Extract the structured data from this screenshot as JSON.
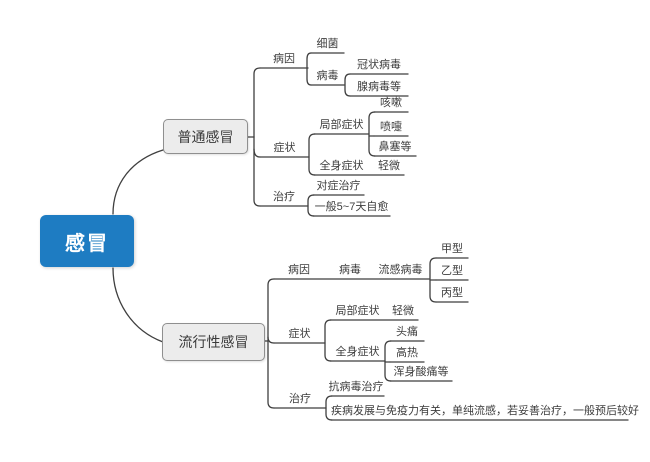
{
  "colors": {
    "bg": "#ffffff",
    "root-fill": "#1E7CC2",
    "branch-fill": "#ECECEC",
    "branch-border": "#8F8F8F",
    "line": "#3f3f3f",
    "topic-text": "#3d3d3d"
  },
  "mindmap": {
    "root": {
      "label": "感冒"
    },
    "branches": [
      {
        "label": "普通感冒",
        "topics": [
          {
            "label": "病因",
            "children": [
              {
                "label": "细菌"
              },
              {
                "label": "病毒",
                "children": [
                  {
                    "label": "冠状病毒"
                  },
                  {
                    "label": "腺病毒等"
                  }
                ]
              }
            ]
          },
          {
            "label": "症状",
            "children": [
              {
                "label": "局部症状",
                "children": [
                  {
                    "label": "咳嗽"
                  },
                  {
                    "label": "喷嚏"
                  },
                  {
                    "label": "鼻塞等"
                  }
                ]
              },
              {
                "label": "全身症状",
                "children": [
                  {
                    "label": "轻微"
                  }
                ]
              }
            ]
          },
          {
            "label": "治疗",
            "children": [
              {
                "label": "对症治疗"
              },
              {
                "label": "一般5~7天自愈"
              }
            ]
          }
        ]
      },
      {
        "label": "流行性感冒",
        "topics": [
          {
            "label": "病因",
            "children": [
              {
                "label": "病毒",
                "children": [
                  {
                    "label": "流感病毒",
                    "children": [
                      {
                        "label": "甲型"
                      },
                      {
                        "label": "乙型"
                      },
                      {
                        "label": "丙型"
                      }
                    ]
                  }
                ]
              }
            ]
          },
          {
            "label": "症状",
            "children": [
              {
                "label": "局部症状",
                "children": [
                  {
                    "label": "轻微"
                  }
                ]
              },
              {
                "label": "全身症状",
                "children": [
                  {
                    "label": "头痛"
                  },
                  {
                    "label": "高热"
                  },
                  {
                    "label": "浑身酸痛等"
                  }
                ]
              }
            ]
          },
          {
            "label": "治疗",
            "children": [
              {
                "label": "抗病毒治疗"
              },
              {
                "label": "疾病发展与免疫力有关，单纯流感，若妥善治疗，一般预后较好"
              }
            ]
          }
        ]
      }
    ]
  }
}
